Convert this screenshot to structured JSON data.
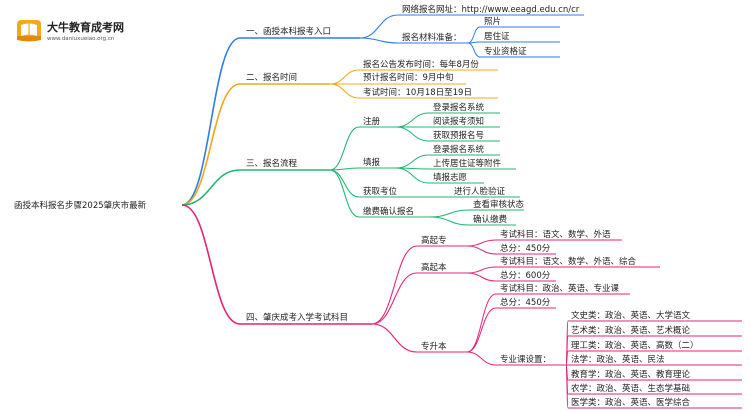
{
  "logo": {
    "title": "大牛教育成考网",
    "url": "www.daniuxueiao.org.cn"
  },
  "root": {
    "label": "函授本科报名步骤2025肇庆市最新"
  },
  "branches": [
    {
      "label": "一、函授本科报考入口",
      "color": "#2f7de1",
      "children": [
        {
          "label": "网络报名网址：http://www.eeagd.edu.cn/cr"
        },
        {
          "label": "报名材料准备：",
          "children": [
            {
              "label": "照片"
            },
            {
              "label": "居住证"
            },
            {
              "label": "专业资格证"
            }
          ]
        }
      ]
    },
    {
      "label": "二、报名时间",
      "color": "#f0a818",
      "children": [
        {
          "label": "报名公告发布时间：每年8月份"
        },
        {
          "label": "预计报名时间：9月中旬"
        },
        {
          "label": "考试时间：10月18日至19日"
        }
      ]
    },
    {
      "label": "三、报名流程",
      "color": "#22b573",
      "children": [
        {
          "label": "注册",
          "children": [
            {
              "label": "登录报名系统"
            },
            {
              "label": "阅读报考须知"
            },
            {
              "label": "获取预报名号"
            }
          ]
        },
        {
          "label": "填报",
          "children": [
            {
              "label": "登录报名系统"
            },
            {
              "label": "上传居住证等附件"
            },
            {
              "label": "填报志愿"
            }
          ]
        },
        {
          "label": "获取考位",
          "children": [
            {
              "label": "进行人脸验证"
            }
          ]
        },
        {
          "label": "缴费确认报名",
          "children": [
            {
              "label": "查看审核状态"
            },
            {
              "label": "确认缴费"
            }
          ]
        }
      ]
    },
    {
      "label": "四、肇庆成考入学考试科目",
      "color": "#e4247a",
      "children": [
        {
          "label": "高起专",
          "children": [
            {
              "label": "考试科目：语文、数学、外语"
            },
            {
              "label": "总分：450分"
            }
          ]
        },
        {
          "label": "高起本",
          "children": [
            {
              "label": "考试科目：语文、数学、外语、综合"
            },
            {
              "label": "总分：600分"
            }
          ]
        },
        {
          "label": "专升本",
          "children": [
            {
              "label": "考试科目：政治、英语、专业课"
            },
            {
              "label": "总分：450分"
            },
            {
              "label": "专业课设置：",
              "children": [
                {
                  "label": "文史类：政治、英语、大学语文"
                },
                {
                  "label": "艺术类：政治、英语、艺术概论"
                },
                {
                  "label": "理工类：政治、英语、高数（二）"
                },
                {
                  "label": "法学：政治、英语、民法"
                },
                {
                  "label": "教育学：政治、英语、教育理论"
                },
                {
                  "label": "农学：政治、英语、生态学基础"
                },
                {
                  "label": "医学类：政治、英语、医学综合"
                }
              ]
            }
          ]
        }
      ]
    }
  ]
}
